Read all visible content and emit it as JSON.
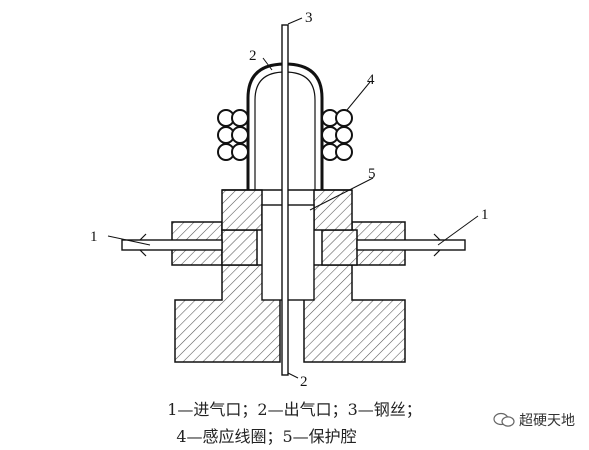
{
  "diagram": {
    "labels": {
      "inlet_left": "1",
      "inlet_right": "1",
      "outlet_top": "2",
      "outlet_bottom": "2",
      "steel_wire": "3",
      "induction_coil": "4",
      "protective_chamber": "5"
    },
    "colors": {
      "line": "#111111",
      "hatch": "#555555",
      "background": "#ffffff"
    }
  },
  "legend": {
    "line1": "1—进气口；2—出气口；3—钢丝；",
    "line2": "4—感应线圈；5—保护腔"
  },
  "watermark": {
    "text": "超硬天地",
    "icon": "wechat-icon"
  }
}
